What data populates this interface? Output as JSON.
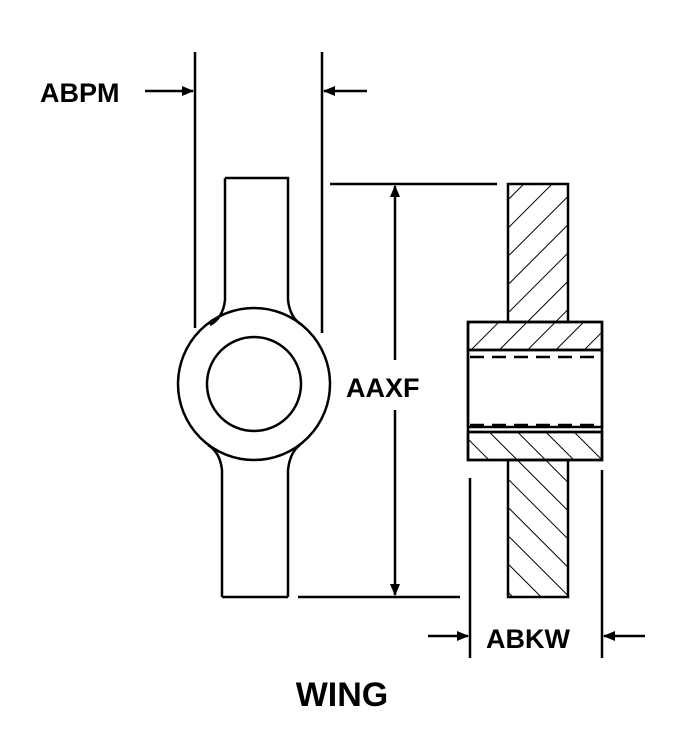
{
  "title": "WING",
  "dimensions": {
    "width_label": "ABPM",
    "height_label": "AAXF",
    "thickness_label": "ABKW"
  },
  "colors": {
    "line": "#000000",
    "background": "#ffffff"
  }
}
